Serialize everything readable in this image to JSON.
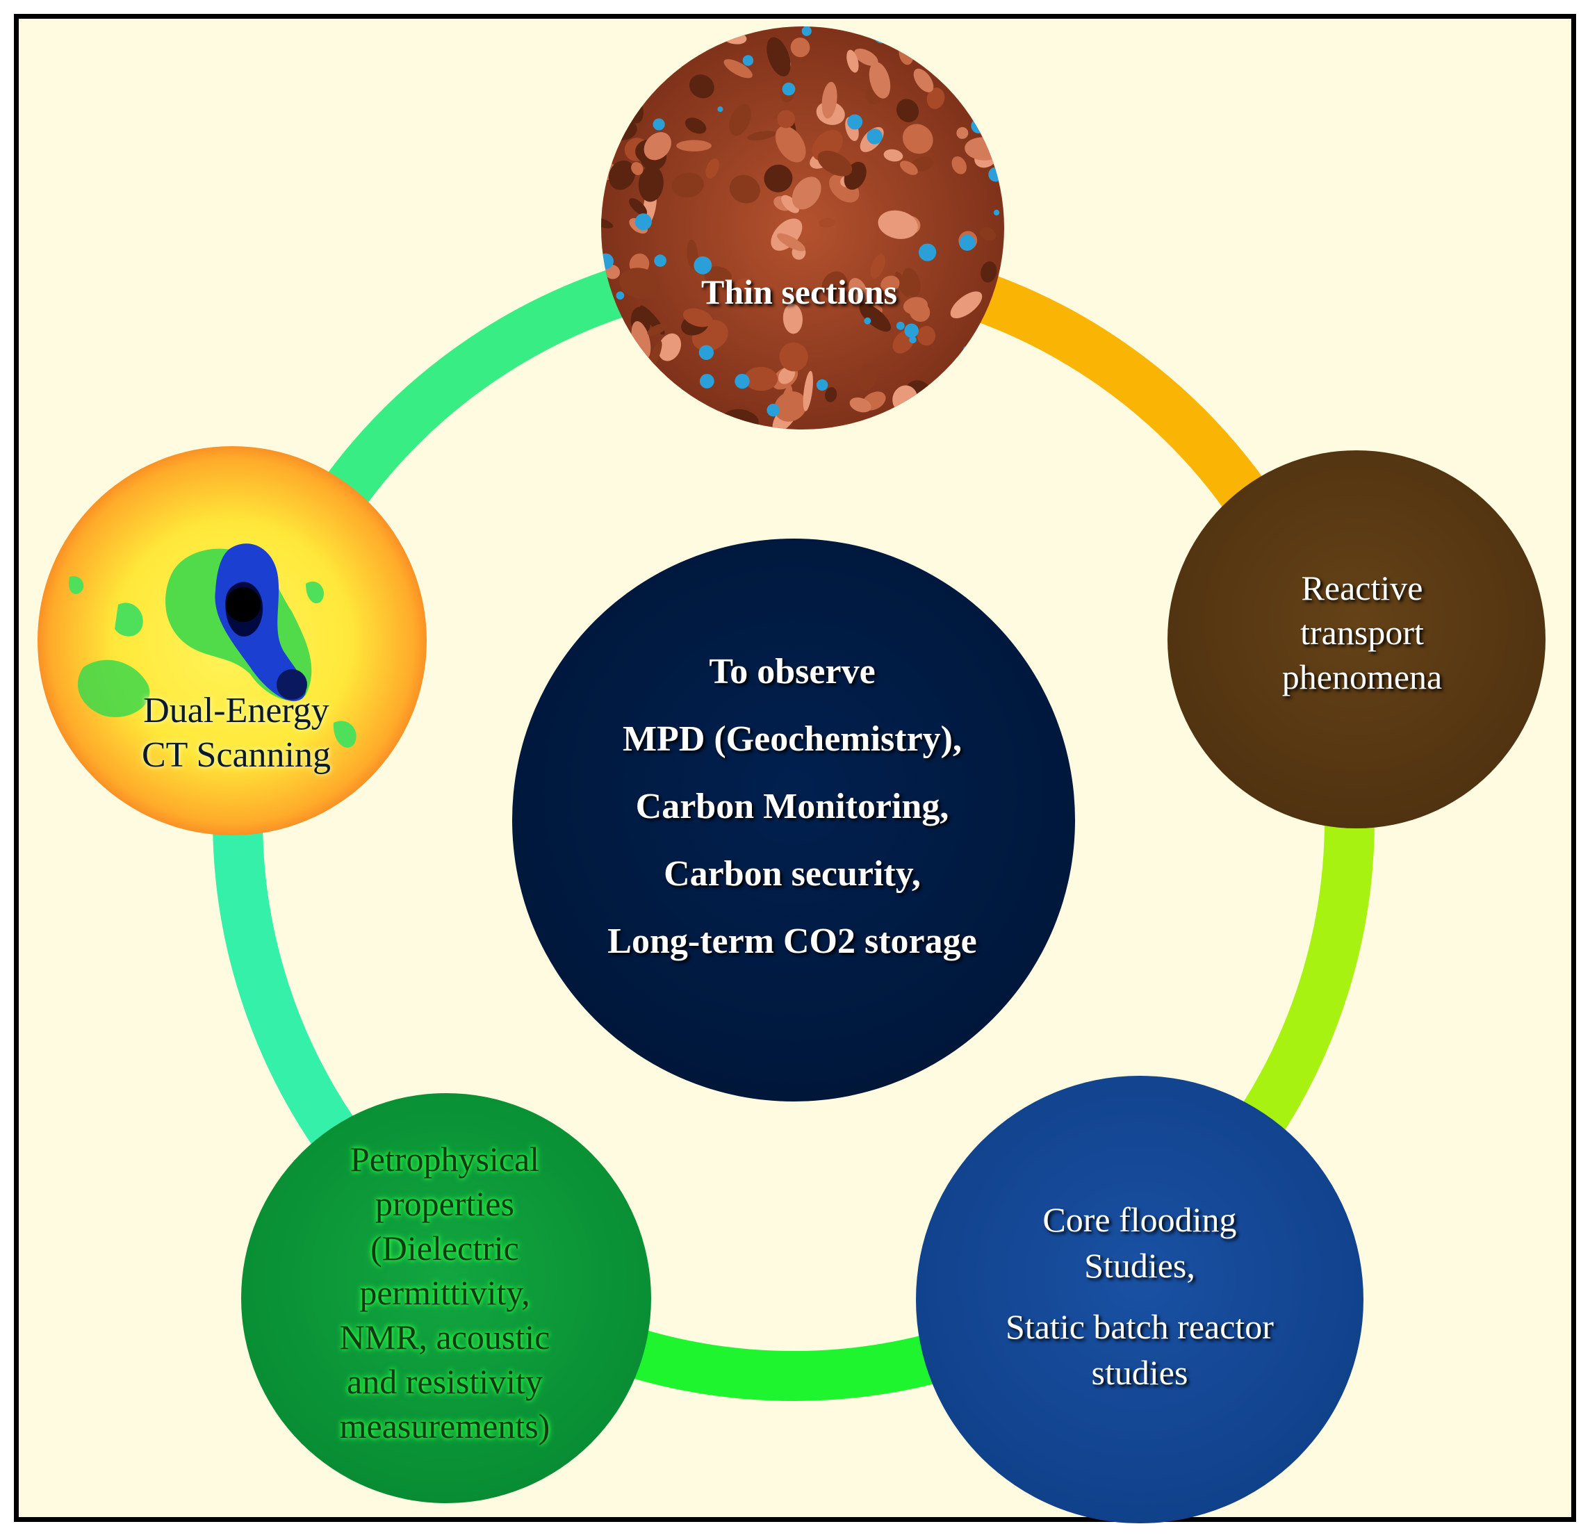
{
  "center": {
    "lines": [
      "To observe",
      "MPD (Geochemistry),",
      "Carbon Monitoring,",
      "Carbon security,",
      "Long-term CO2 storage"
    ],
    "color": "#001c4a"
  },
  "nodes": {
    "thin_sections": {
      "label": "Thin sections"
    },
    "reactive": {
      "lines": [
        "Reactive",
        "transport",
        "phenomena"
      ],
      "color": "#5b3a14"
    },
    "core": {
      "lines": [
        "Core flooding",
        "Studies,",
        "Static batch reactor",
        "studies"
      ],
      "color": "#154a9a"
    },
    "petro": {
      "lines": [
        "Petrophysical",
        "properties",
        "(Dielectric",
        "permittivity,",
        "NMR, acoustic",
        "and resistivity",
        "measurements)"
      ],
      "color": "#0c9a3a"
    },
    "ct": {
      "lines": [
        "Dual-Energy",
        "CT Scanning"
      ]
    }
  },
  "ring_colors": [
    "#f9b404",
    "#a8f211",
    "#1ff52e",
    "#35f0a8",
    "#38ee84"
  ],
  "background": "#fefbe0"
}
